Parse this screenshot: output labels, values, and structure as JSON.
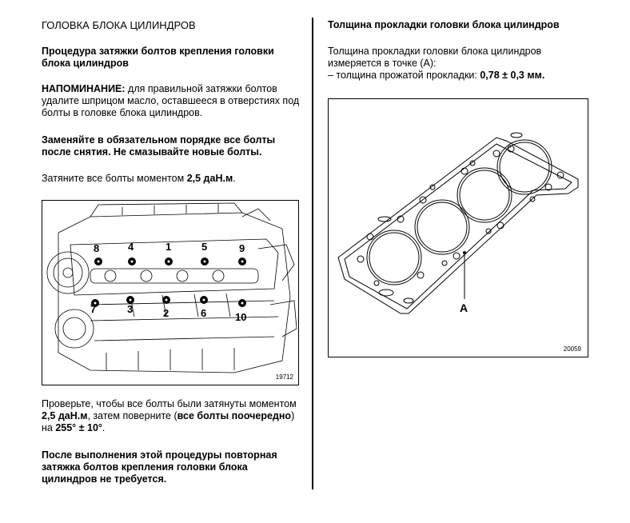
{
  "left": {
    "heading": "ГОЛОВКА БЛОКА ЦИЛИНДРОВ",
    "subheading": "Процедура затяжки болтов крепления головки блока цилиндров",
    "reminder_label": "НАПОМИНАНИЕ:",
    "reminder_text": "для правильной затяжки болтов удалите шприцом масло, оставшееся в отверстиях под болты в головке блока цилиндров.",
    "replace_text": "Заменяйте в обязательном порядке все болты после снятия. Не смазывайте новые болты.",
    "tighten_prefix": "Затяните все болты моментом ",
    "tighten_value": "2,5 даН.м",
    "tighten_suffix": ".",
    "figure_code": "19712",
    "bolt_labels": [
      "1",
      "2",
      "3",
      "4",
      "5",
      "6",
      "7",
      "8",
      "9",
      "10"
    ],
    "check_p1": "Проверьте, чтобы все болты были затянуты моментом ",
    "check_value": "2,5 даН.м",
    "check_p2": ", затем поверните (",
    "check_bold": "все болты поочередно",
    "check_p3": ") на ",
    "check_angle": "255° ± 10°",
    "check_p4": ".",
    "final_note": "После выполнения этой процедуры повторная затяжка болтов крепления головки блока цилиндров не требуется."
  },
  "right": {
    "heading": "Толщина прокладки головки блока цилиндров",
    "line1": "Толщина прокладки головки блока цилиндров измеряется в точке (A):",
    "line2_prefix": "–  толщина прожатой прокладки: ",
    "line2_value": "0,78 ± 0,3 мм.",
    "point_label": "A",
    "figure_code": "20059"
  }
}
